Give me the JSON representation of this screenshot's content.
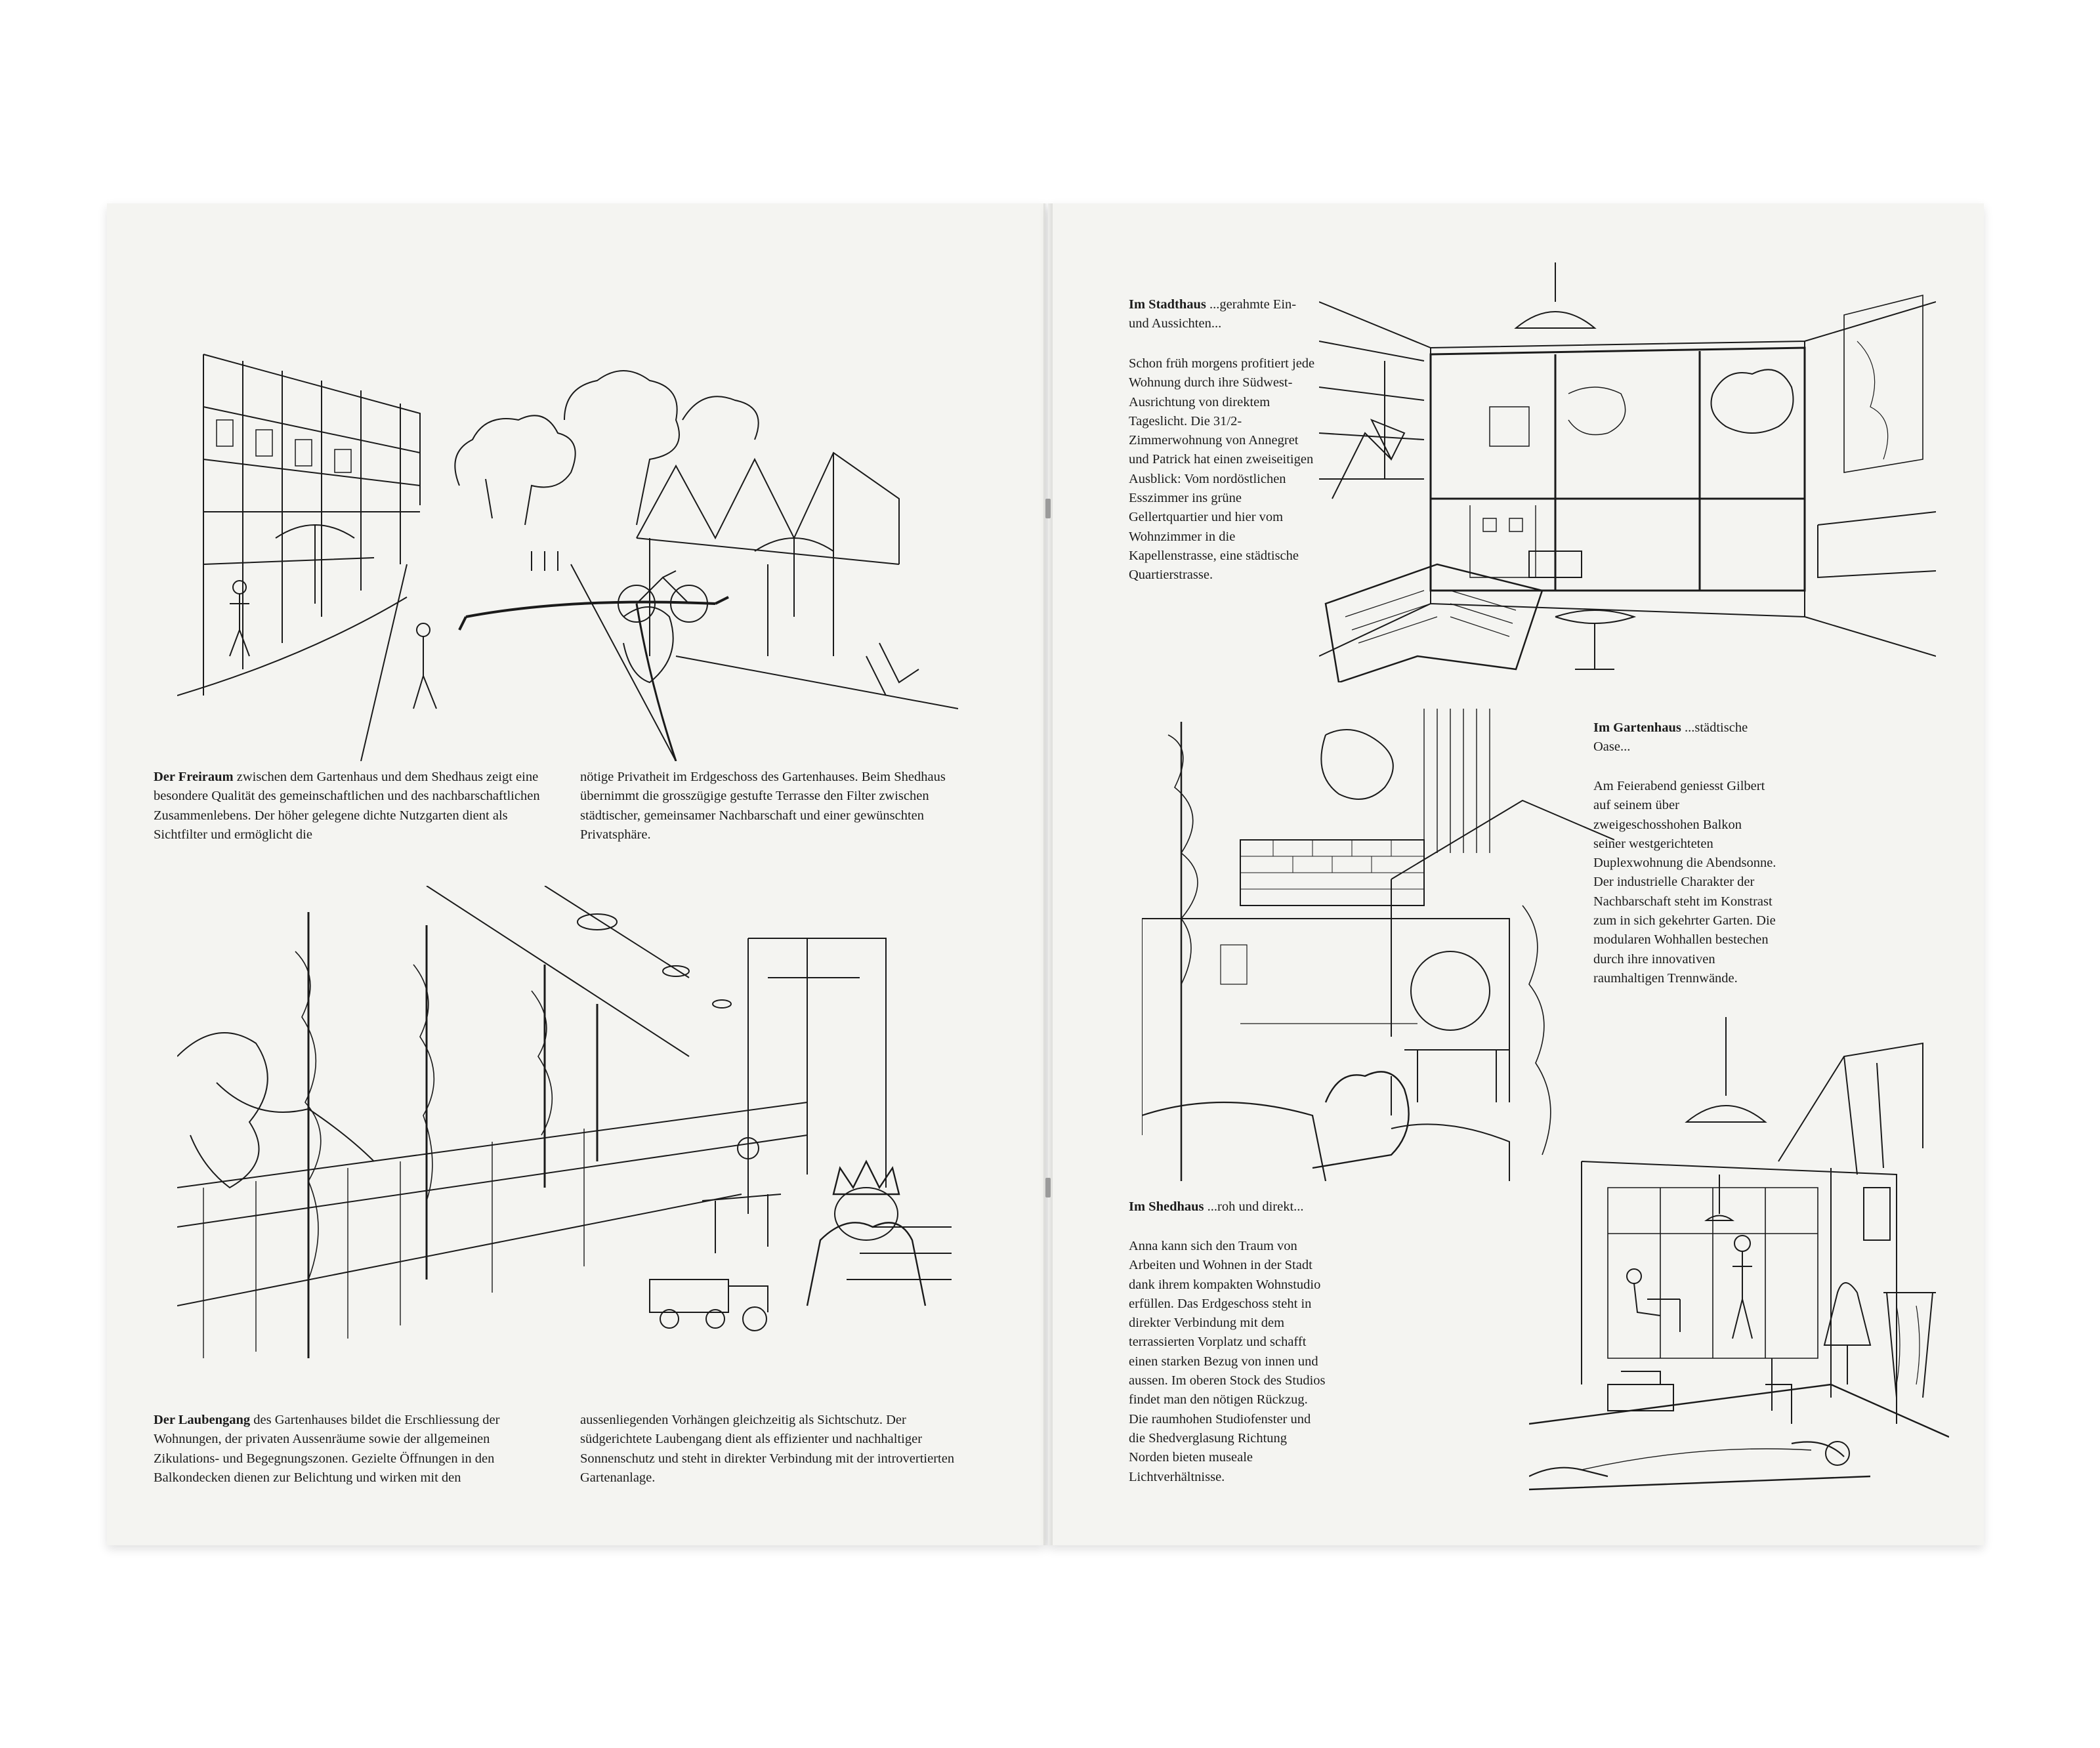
{
  "left_page": {
    "freiraum": {
      "lead": "Der Freiraum",
      "col1_rest": "zwischen dem Gartenhaus und dem Shedhaus zeigt eine besondere Qualität des gemeinschaftlichen und des nachbarschaftlichen Zusammenlebens. Der höher gelegene dichte Nutzgarten dient als Sichtfilter und ermöglicht die",
      "col2": "nötige Privatheit im Erdgeschoss des Gartenhauses. Beim Shedhaus übernimmt die grosszügige gestufte Terrasse den Filter zwischen städtischer, gemeinsamer Nachbarschaft und einer gewünschten Privatsphäre."
    },
    "laubengang": {
      "lead": "Der Laubengang",
      "col1_rest": "des Gartenhauses bildet die Erschliessung der Wohnungen, der privaten Aussenräume sowie der allgemeinen Zikulations- und Begegnungszonen. Gezielte Öffnungen in den Balkondecken dienen zur Belichtung und wirken mit den",
      "col2": "aussenliegenden Vorhängen gleichzeitig als Sichtschutz. Der südgerichtete Laubengang dient als effizienter und nachhaltiger Sonnenschutz und steht in direkter Verbindung mit der introvertierten Gartenanlage."
    }
  },
  "right_page": {
    "stadthaus": {
      "title_bold": "Im Stadthaus",
      "title_rest": "...gerahmte Ein- und Aussichten...",
      "body": "Schon früh morgens profitiert jede Wohnung durch ihre Südwest-Ausrichtung von direktem Tageslicht. Die 31/2-Zimmerwohnung von Annegret und Patrick hat einen zweiseitigen Ausblick: Vom nordöstlichen Esszimmer ins grüne Gellertquartier und hier vom Wohnzimmer in die Kapellenstrasse, eine städtische Quartierstrasse."
    },
    "gartenhaus": {
      "title_bold": "Im Gartenhaus",
      "title_rest": "...städtische Oase...",
      "body": "Am Feierabend geniesst Gilbert auf seinem über zweigeschosshohen Balkon seiner westgerichteten Duplexwohnung die Abendsonne. Der industrielle Charakter der Nachbarschaft steht im Konstrast zum in sich gekehrter Garten. Die modularen Wohhallen bestechen durch ihre innovativen raumhaltigen Trennwände."
    },
    "shedhaus": {
      "title_bold": "Im Shedhaus",
      "title_rest": "...roh und direkt...",
      "body": "Anna kann sich den Traum von Arbeiten und Wohnen in der Stadt dank ihrem kompakten Wohnstudio erfüllen. Das Erdgeschoss steht in direkter Verbindung mit dem terrassierten Vorplatz und schafft einen starken Bezug von innen und aussen. Im oberen Stock des Studios findet man den nötigen Rückzug. Die raumhohen Studiofenster und die Shedverglasung Richtung Norden bieten museale Lichtverhältnisse."
    }
  }
}
